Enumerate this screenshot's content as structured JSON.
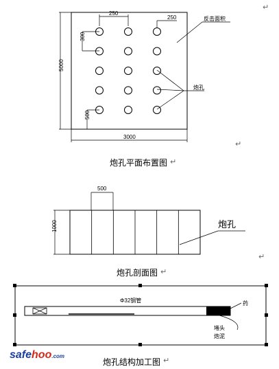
{
  "figure1": {
    "caption": "炮孔平面布置图",
    "dim_top": "250",
    "dim_top_right": "250",
    "dim_left": "300",
    "dim_left_bottom": "500",
    "dim_height": "5000",
    "dim_width": "3000",
    "label_surface": "反击面积",
    "label_hole": "炮孔",
    "grid": {
      "rows": 5,
      "cols": 3
    }
  },
  "figure2": {
    "caption": "炮孔剖面图",
    "dim_spacing": "500",
    "dim_depth": "1000",
    "label_hole": "炮孔",
    "columns": 6
  },
  "figure3": {
    "caption": "炮孔结构加工图",
    "label_tube": "Φ32钢管",
    "label_charge": "药",
    "label_plug": "堵头",
    "label_stem": "炮泥"
  },
  "paragraph_mark": "↵",
  "watermark": {
    "part1": "safe",
    "part2": "hoo",
    "part3": ".com"
  }
}
